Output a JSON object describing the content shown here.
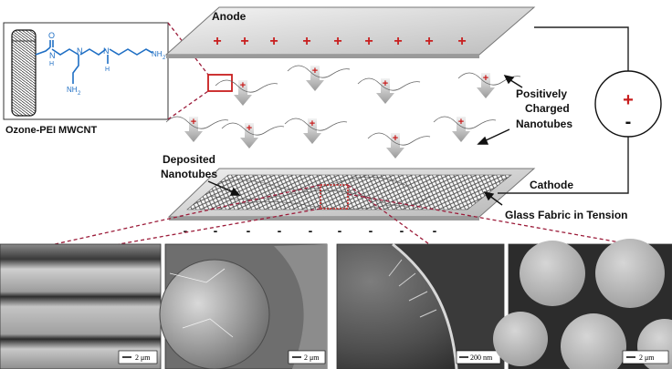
{
  "molecule": {
    "caption": "Ozone-PEI  MWCNT",
    "amide_o": "O",
    "amide_n": "N",
    "amine_n1": "N",
    "amine_n2": "N",
    "amine_h1": "H",
    "amine_h2": "H",
    "terminal_nh2": "NH",
    "terminal_sub": "2",
    "branch_nh2": "NH",
    "branch_sub": "2"
  },
  "labels": {
    "anode": "Anode",
    "cathode": "Cathode",
    "positively": "Positively",
    "charged": "Charged",
    "nanotubes": "Nanotubes",
    "deposited": "Deposited",
    "deposited_nanotubes": "Nanotubes",
    "glass_fabric": "Glass Fabric in Tension"
  },
  "power_supply": {
    "positive": "+",
    "negative": "-"
  },
  "anode_charge": "+",
  "cathode_charge": "-",
  "nanotube_charge": "+",
  "sem_images": [
    {
      "scale_label": "2 μm"
    },
    {
      "scale_label": "2 μm"
    },
    {
      "scale_label": "200 nm"
    },
    {
      "scale_label": "2 μm"
    }
  ],
  "colors": {
    "dashed_connector": "#9c1c3a",
    "plus_sign": "#c81e1e",
    "molecule_blue": "#1f6fc4",
    "plate_gray": "#d8d8d8"
  }
}
